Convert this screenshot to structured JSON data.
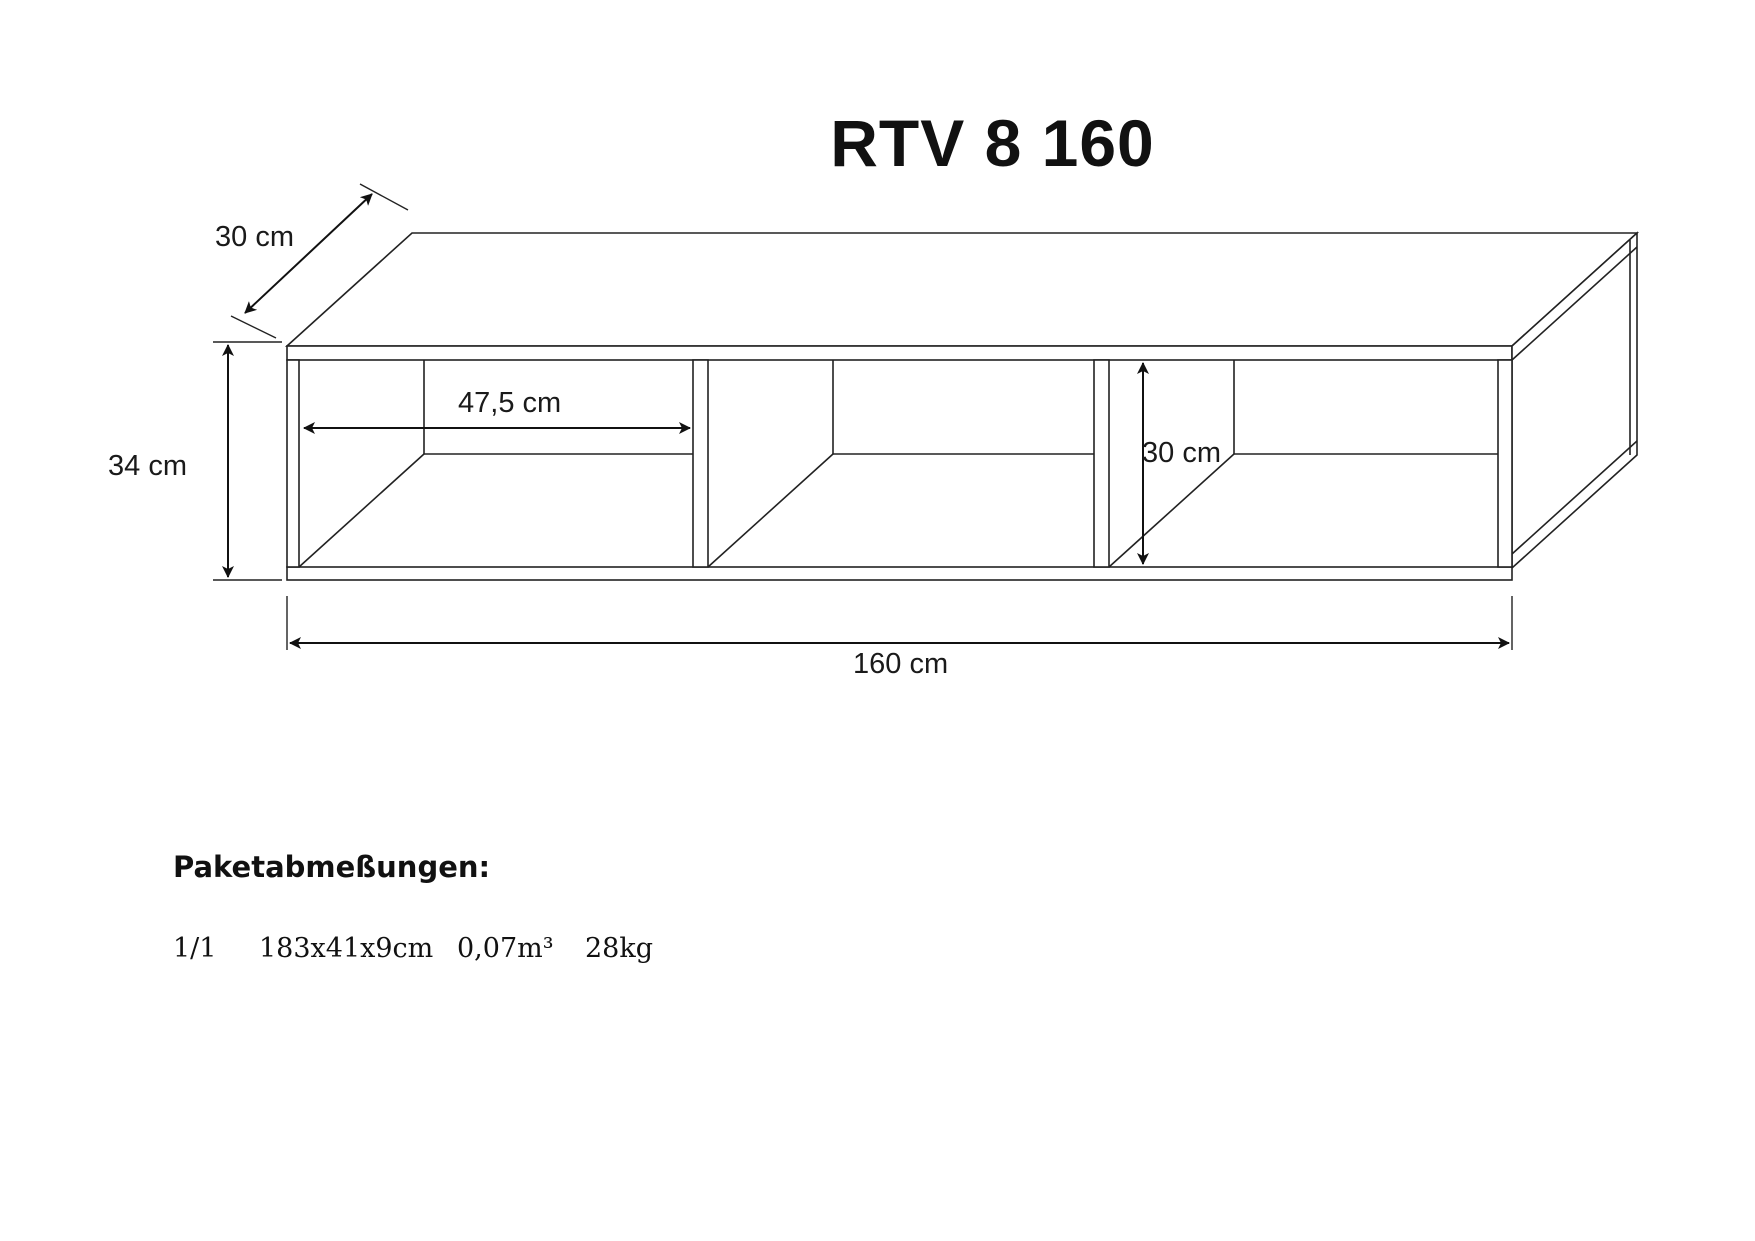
{
  "title": "RTV 8 160",
  "dimensions": {
    "depth": "30 cm",
    "height": "34 cm",
    "compartment_width": "47,5 cm",
    "compartment_height": "30 cm",
    "total_width": "160 cm"
  },
  "package": {
    "heading": "Paketabmeßungen:",
    "count": "1/1",
    "size": "183x41x9cm",
    "volume": "0,07m³",
    "weight": "28kg"
  }
}
